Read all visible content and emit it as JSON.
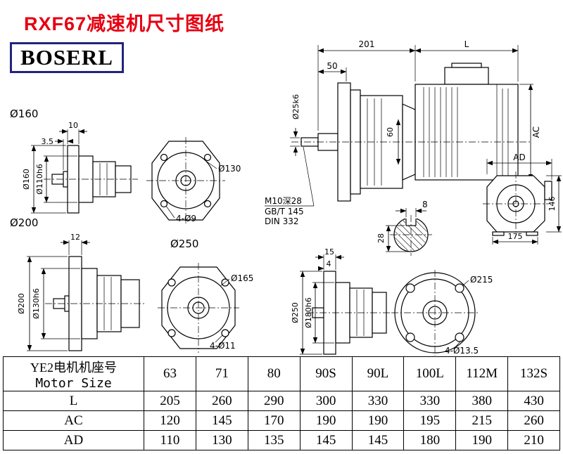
{
  "page": {
    "title": "RXF67减速机尺寸图纸",
    "logo_text": "BOSERL"
  },
  "colors": {
    "title_red": "#e60012",
    "logo_border": "#23237d",
    "line": "#000000"
  },
  "section_labels": {
    "d160": "Ø160",
    "d200": "Ø200",
    "d250": "Ø250"
  },
  "drawings": {
    "d160_side": {
      "dim_top": "10",
      "dim_top2": "3.5",
      "dim_outer": "Ø160",
      "dim_hub": "Ø110h6"
    },
    "d160_front": {
      "dim_circle": "Ø130",
      "dim_holes": "4-Ø9"
    },
    "main": {
      "dim_len1": "201",
      "dim_len2": "L",
      "dim_50": "50",
      "dim_shaft": "Ø25k6",
      "dim_60": "60",
      "dim_ac": "AC",
      "note1": "M10深28",
      "note2": "GB/T 145",
      "note3": "DIN 332"
    },
    "ad_view": {
      "dim_ad": "AD",
      "dim_146": "146",
      "dim_175": "175"
    },
    "shaft_section": {
      "dim_width": "8",
      "dim_depth": "28"
    },
    "d200_side": {
      "dim_top": "12",
      "dim_outer": "Ø200",
      "dim_hub": "Ø130h6"
    },
    "d200_front": {
      "dim_circle": "Ø165",
      "dim_holes": "4-Ø11"
    },
    "d250_side": {
      "dim_top": "15",
      "dim_top2": "4",
      "dim_outer": "Ø250",
      "dim_hub": "Ø180h6"
    },
    "d250_front": {
      "dim_circle": "Ø215",
      "dim_holes": "4-Ø13.5"
    }
  },
  "table": {
    "header_cn": "YE2电机机座号",
    "header_en": "Motor Size",
    "motor_sizes": [
      "63",
      "71",
      "80",
      "90S",
      "90L",
      "100L",
      "112M",
      "132S"
    ],
    "rows": [
      {
        "label": "L",
        "values": [
          "205",
          "260",
          "290",
          "300",
          "330",
          "330",
          "380",
          "430"
        ]
      },
      {
        "label": "AC",
        "values": [
          "120",
          "145",
          "170",
          "190",
          "190",
          "195",
          "215",
          "260"
        ]
      },
      {
        "label": "AD",
        "values": [
          "110",
          "130",
          "135",
          "145",
          "145",
          "180",
          "190",
          "210"
        ]
      }
    ]
  }
}
